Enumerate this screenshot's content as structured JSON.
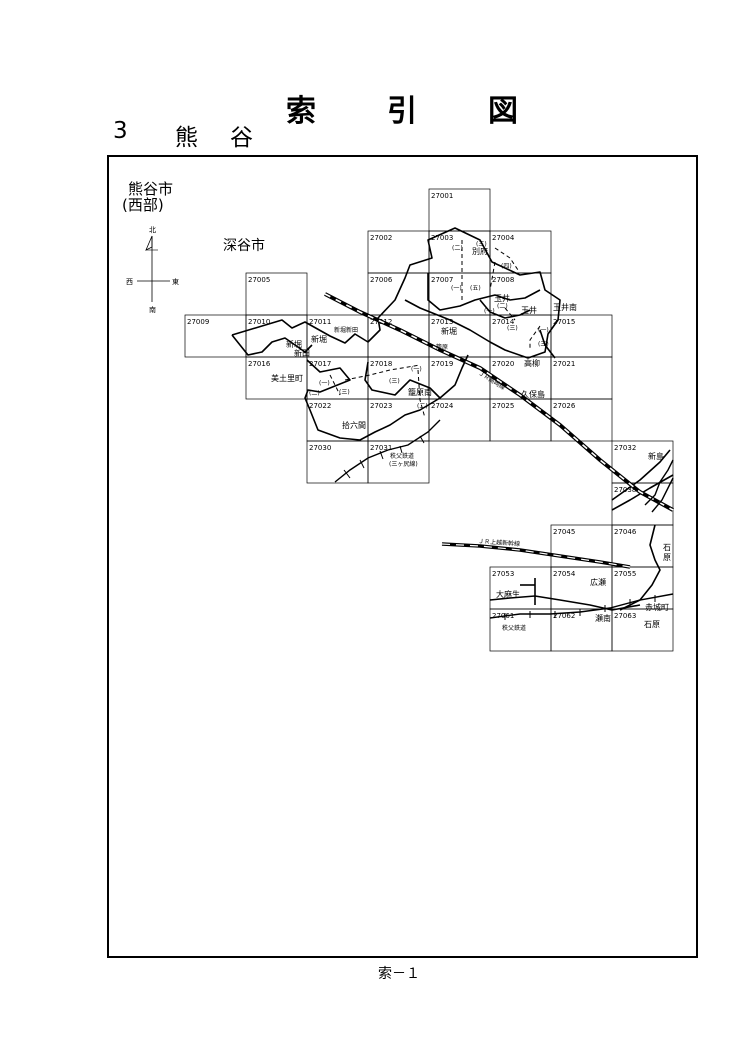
{
  "header": {
    "title_chars": [
      "索",
      "引",
      "図"
    ],
    "section_number": "3",
    "section_name_chars": [
      "熊",
      "谷"
    ]
  },
  "map": {
    "region_title_line1": "熊谷市",
    "region_title_line2": "(西部)",
    "compass": {
      "north": "北",
      "south": "南",
      "east": "東",
      "west": "西"
    },
    "neighbor_city": "深谷市",
    "sheets": [
      "27001",
      "27002",
      "27003",
      "27004",
      "27005",
      "27006",
      "27007",
      "27008",
      "27009",
      "27010",
      "27011",
      "27012",
      "27013",
      "27014",
      "27015",
      "27016",
      "27017",
      "27018",
      "27019",
      "27020",
      "27021",
      "27022",
      "27023",
      "27024",
      "27025",
      "27026",
      "27030",
      "27031",
      "27032",
      "27038",
      "27045",
      "27046",
      "27053",
      "27054",
      "27055",
      "27061",
      "27062",
      "27063"
    ],
    "place_names": {
      "beppu": "別府",
      "tamai": "玉井",
      "tamai2": "玉井",
      "tamai_minami": "玉井南",
      "shinbori": "新堀",
      "shinbori2": "新堀",
      "shinbori_shinden": "新堀新田",
      "shinbori_shinden_a": "新堀",
      "shinbori_shinden_b": "新田",
      "kayahara_label": "籠原",
      "takayanagi": "高柳",
      "kuboshima": "久保島",
      "minoshimachi": "美土里町",
      "kagohara_minami": "籠原南",
      "jurokken": "拾六間",
      "chichibu_railway": "秩父鉄道",
      "chichibu_sub": "(三ヶ尻線)",
      "chichibu_railway2": "秩父鉄道",
      "niijima": "新島",
      "ishihara": "石",
      "ishihara_b": "原",
      "ishihara2": "石原",
      "jr_joetsu": "ＪＲ上越新幹線",
      "jr_takasaki": "ＪＲ高崎線",
      "omaso": "大麻生",
      "hirose": "広瀬",
      "senami": "瀬南",
      "akagimachi": "赤城町"
    },
    "zone_marks": {
      "m1": "(二)",
      "m2": "(三)",
      "m3": "(四)",
      "m4": "(一)",
      "m5": "(五)",
      "m6": "(一)",
      "m7": "(二)",
      "m8": "(三)",
      "m9": "(一)",
      "m10": "(三)",
      "m11": "(一)",
      "m12": "(二)",
      "m13": "(三)",
      "m14": "(二)",
      "m15": "(三)",
      "m16": "(一)"
    }
  },
  "footer": {
    "page_label": "索－１"
  }
}
